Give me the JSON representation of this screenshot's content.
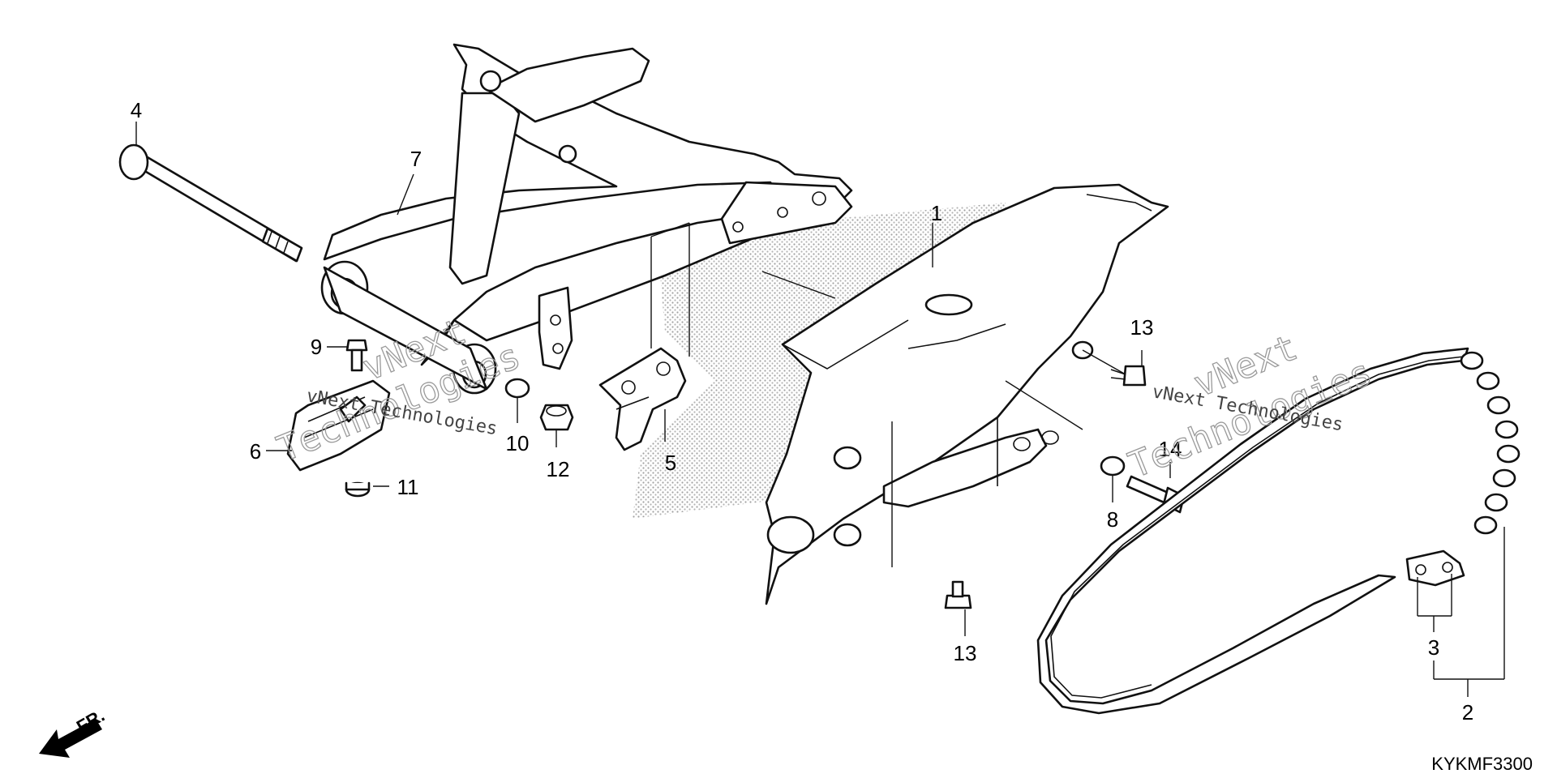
{
  "diagram": {
    "code": "KYKMF3300",
    "front_label": "FR.",
    "watermark": {
      "line1": "vNext",
      "line2": "Technologies",
      "combined": "vNext Technologies"
    },
    "callouts": [
      {
        "id": "c1",
        "label": "1"
      },
      {
        "id": "c2",
        "label": "2"
      },
      {
        "id": "c3",
        "label": "3"
      },
      {
        "id": "c4",
        "label": "4"
      },
      {
        "id": "c5",
        "label": "5"
      },
      {
        "id": "c6",
        "label": "6"
      },
      {
        "id": "c7",
        "label": "7"
      },
      {
        "id": "c8",
        "label": "8"
      },
      {
        "id": "c9",
        "label": "9"
      },
      {
        "id": "c10",
        "label": "10"
      },
      {
        "id": "c11",
        "label": "11"
      },
      {
        "id": "c12",
        "label": "12"
      },
      {
        "id": "c13a",
        "label": "13"
      },
      {
        "id": "c13b",
        "label": "13"
      },
      {
        "id": "c14",
        "label": "14"
      }
    ]
  }
}
